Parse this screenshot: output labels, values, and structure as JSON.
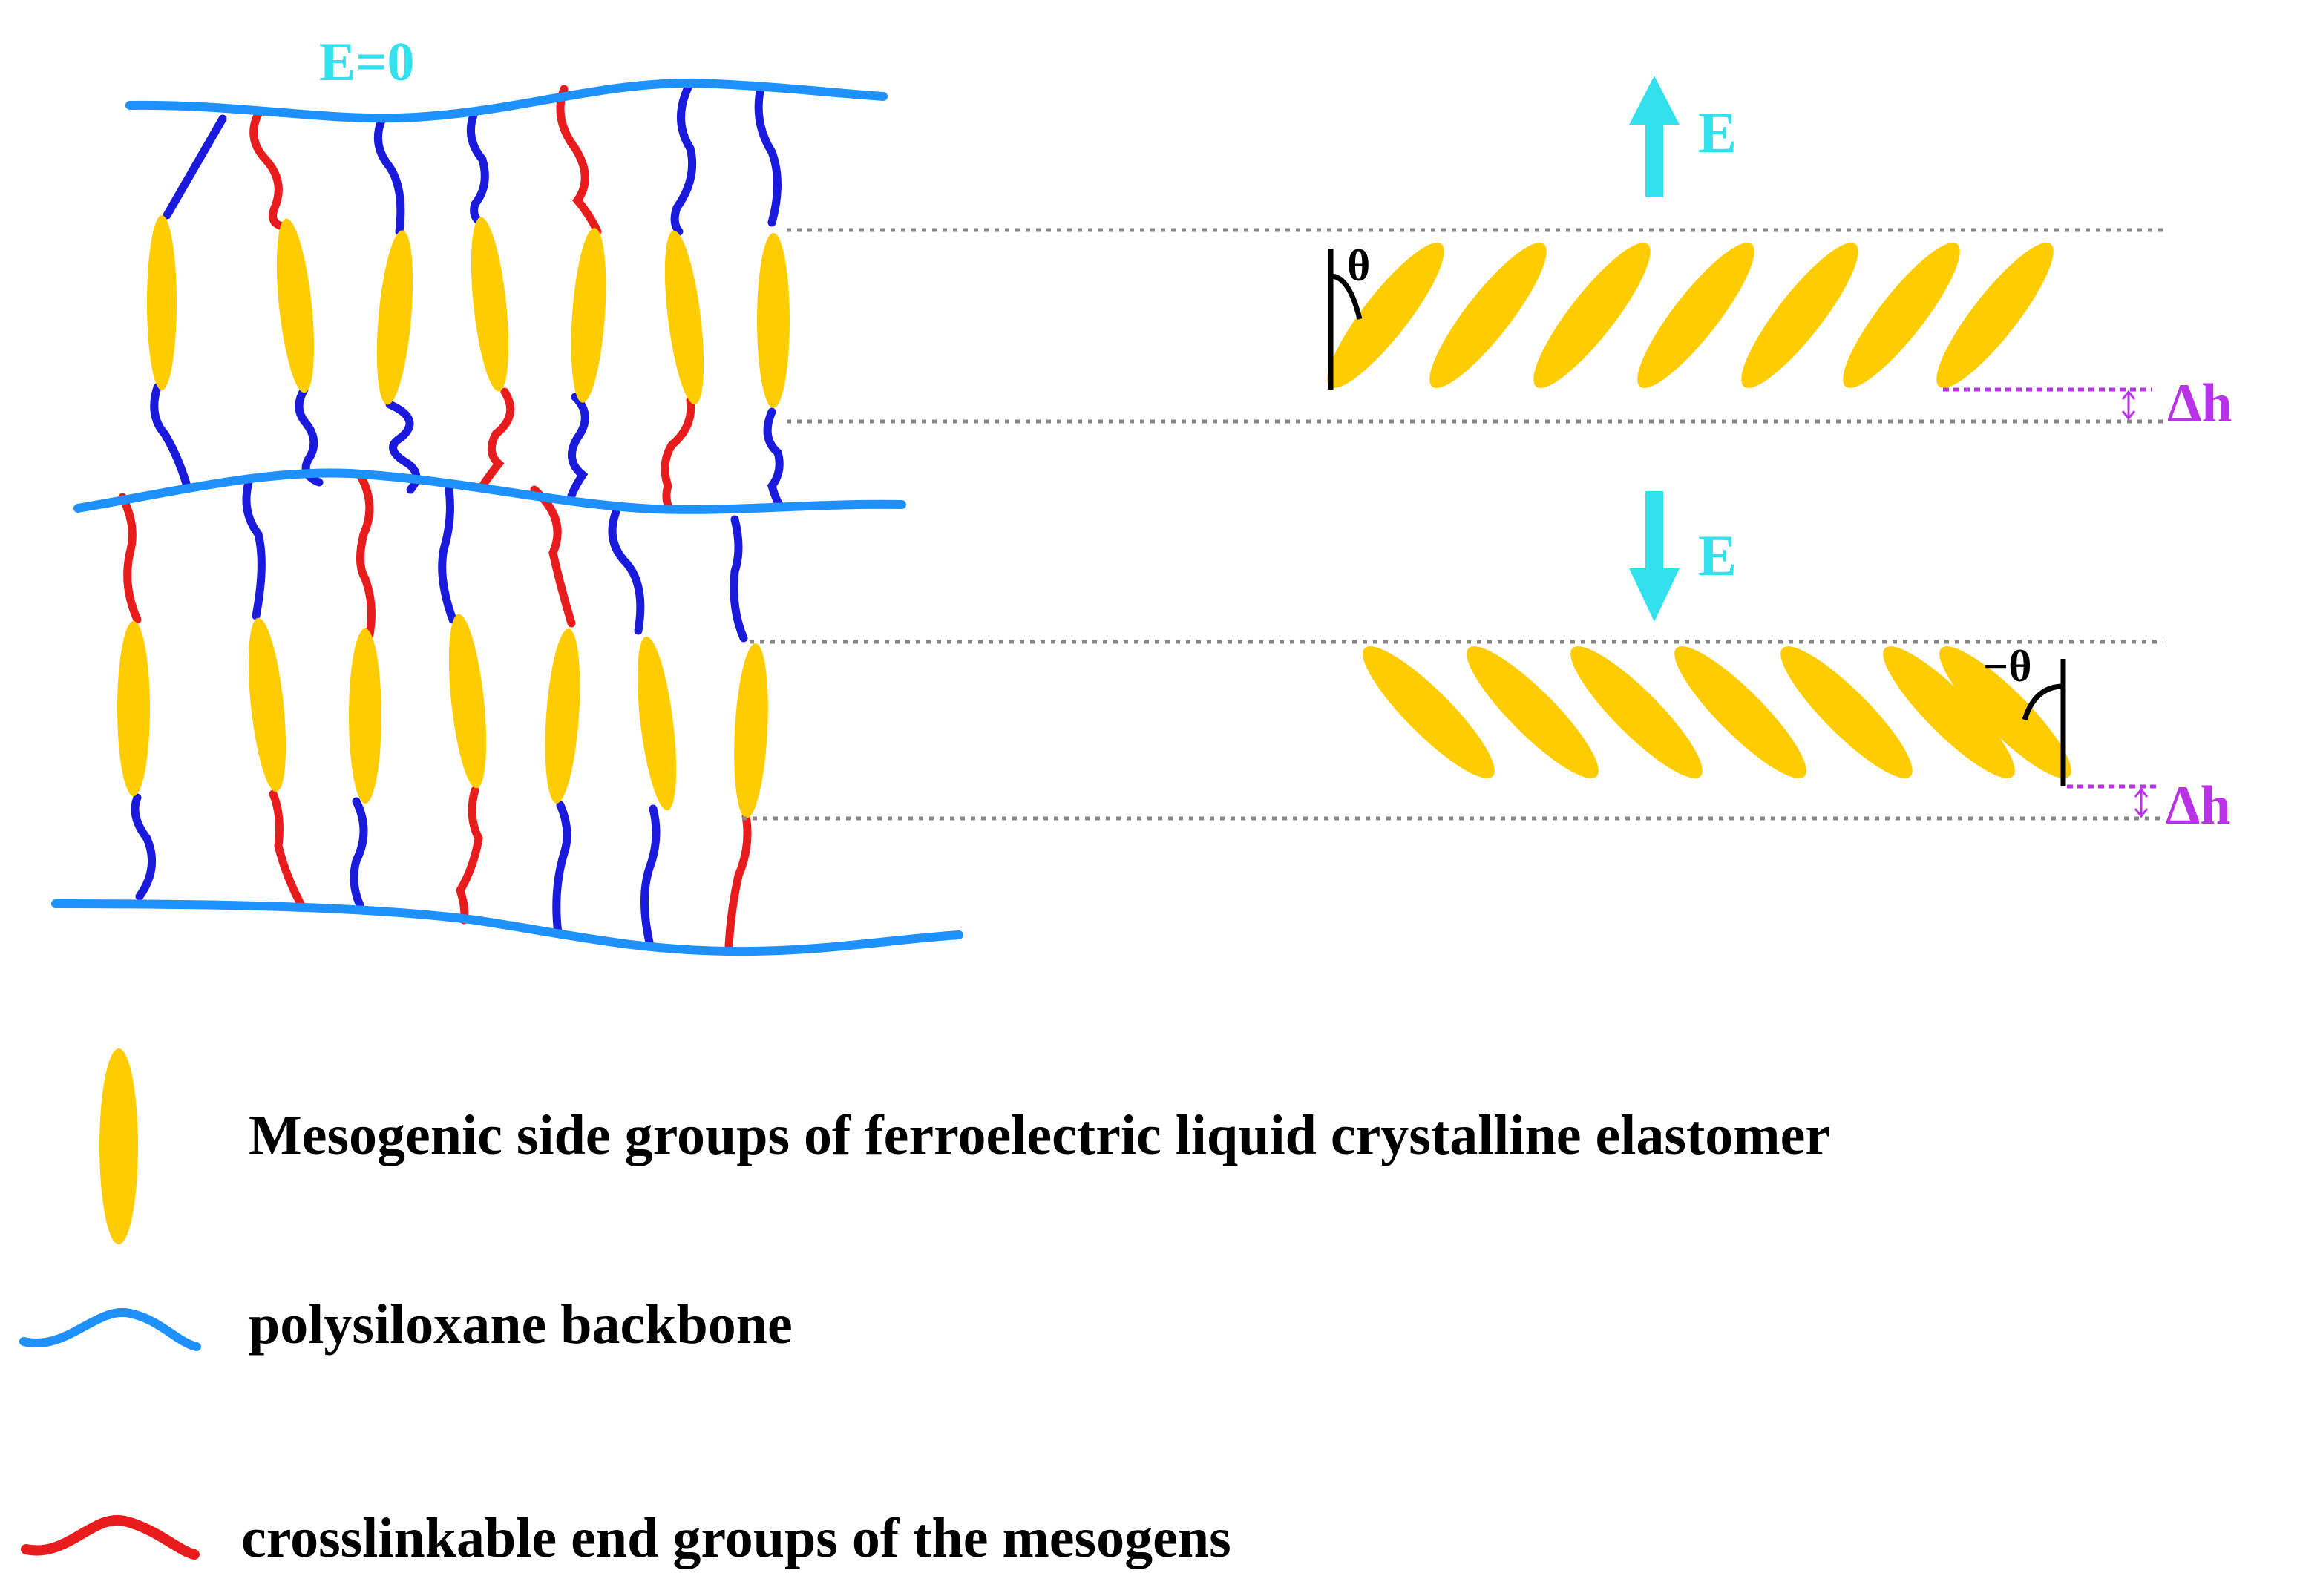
{
  "labels": {
    "field_zero": "E=0",
    "field_up": "E",
    "field_down": "E",
    "theta_pos": "θ",
    "theta_neg": "−θ",
    "delta_h_top": "Δh",
    "delta_h_bottom": "Δh"
  },
  "legend": {
    "mesogen": "Mesogenic side groups of ferroelectric liquid crystalline elastomer",
    "backbone": "polysiloxane backbone",
    "crosslink": "crosslinkable end groups of the mesogens"
  },
  "colors": {
    "backbone": "#1e90ff",
    "spacer": "#1a1adc",
    "crosslink": "#e81c1c",
    "mesogen": "#ffcc00",
    "field_label": "#33e0ee",
    "delta_h": "#b833e8",
    "guide_line": "#888888",
    "text": "#000000"
  },
  "icons": {
    "field_up_arrow": "arrow-up-icon",
    "field_down_arrow": "arrow-down-icon"
  }
}
